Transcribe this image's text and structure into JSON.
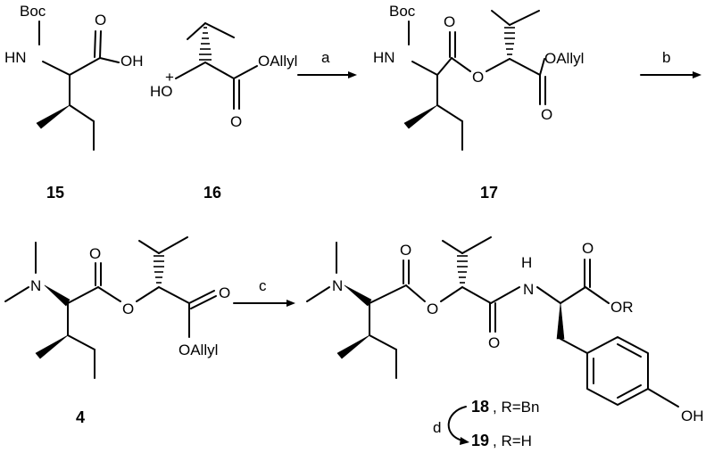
{
  "scheme": {
    "compounds": [
      {
        "id": "15"
      },
      {
        "id": "16"
      },
      {
        "id": "17"
      },
      {
        "id": "4"
      },
      {
        "id": "18",
        "r_group": ", R=Bn"
      },
      {
        "id": "19",
        "r_group": ", R=H"
      }
    ],
    "reagents": [
      "a",
      "b",
      "c",
      "d"
    ],
    "plus": "+",
    "atoms": {
      "boc": "Boc",
      "hn": "HN",
      "nh": "H",
      "n": "N",
      "oh": "OH",
      "ho": "HO",
      "o": "O",
      "oallyl": "OAllyl",
      "or": "OR"
    }
  }
}
